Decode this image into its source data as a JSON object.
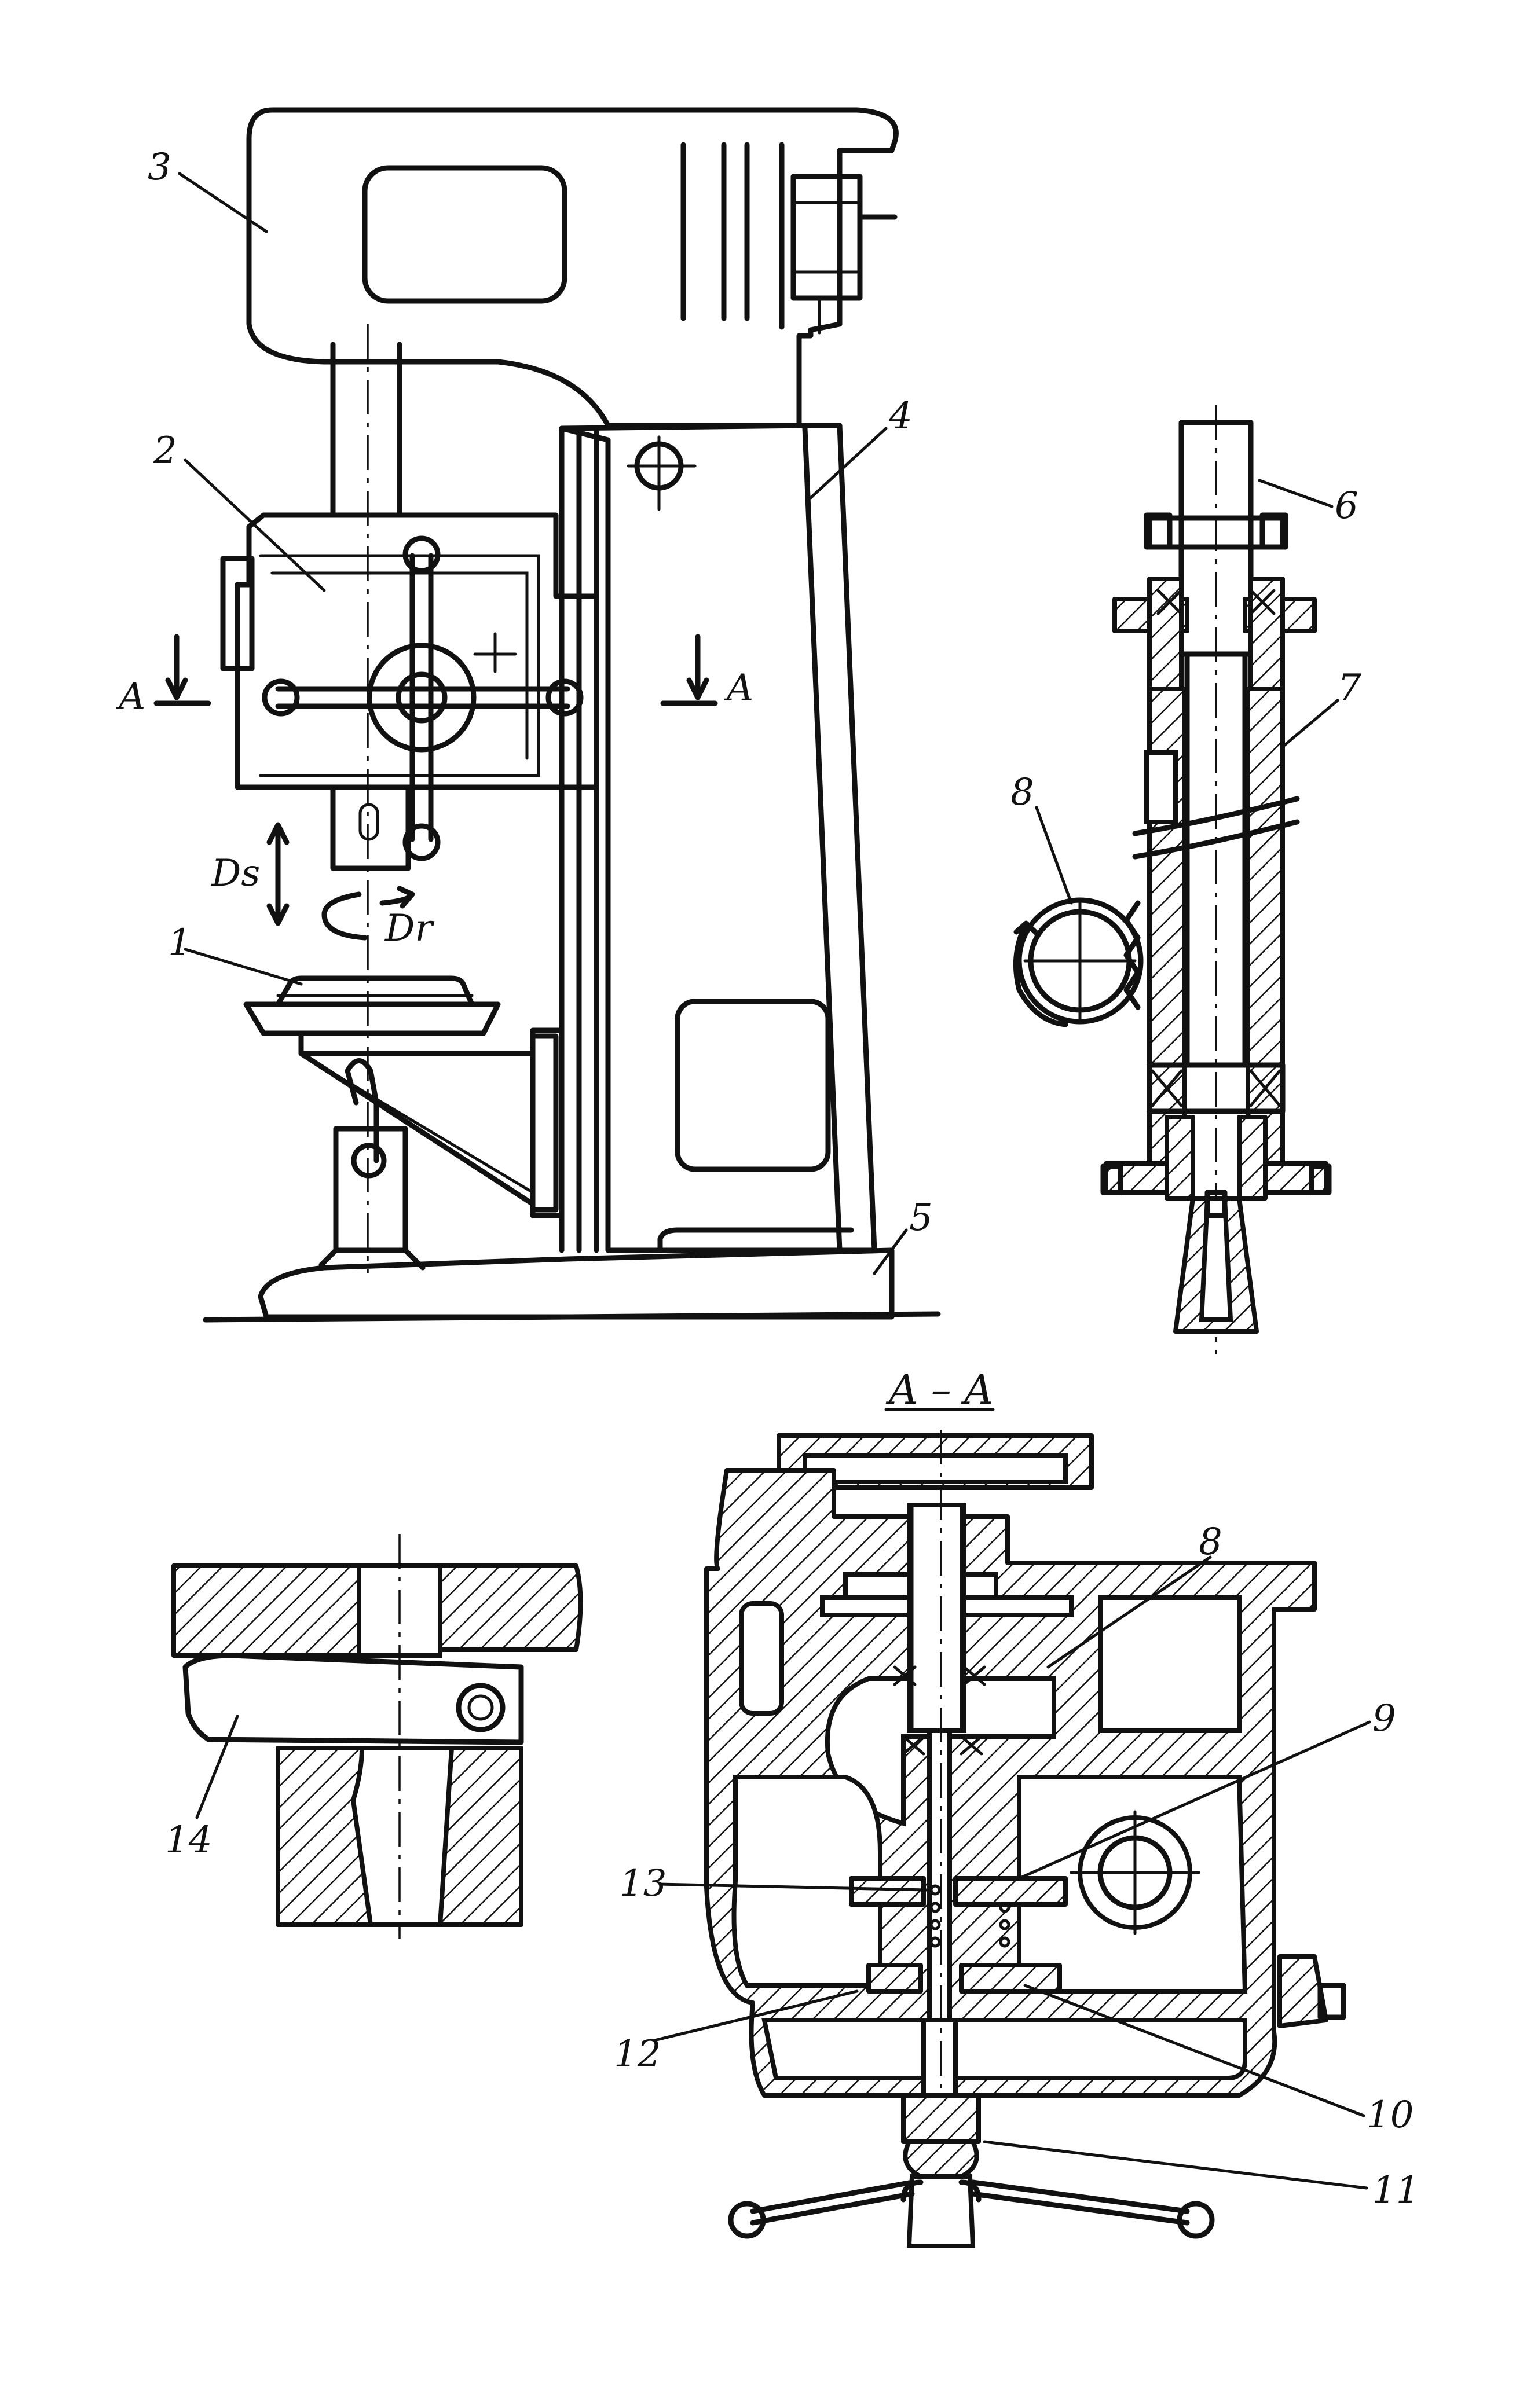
{
  "labels": {
    "n1": "1",
    "n2": "2",
    "n3": "3",
    "n4": "4",
    "n5": "5",
    "n6": "6",
    "n7": "7",
    "n8a": "8",
    "n8b": "8",
    "n9": "9",
    "n10": "10",
    "n11": "11",
    "n12": "12",
    "n13": "13",
    "n14": "14",
    "section_left": "A",
    "section_right": "A",
    "section_title": "A – A",
    "ds": "Ds",
    "dr": "Dr"
  }
}
